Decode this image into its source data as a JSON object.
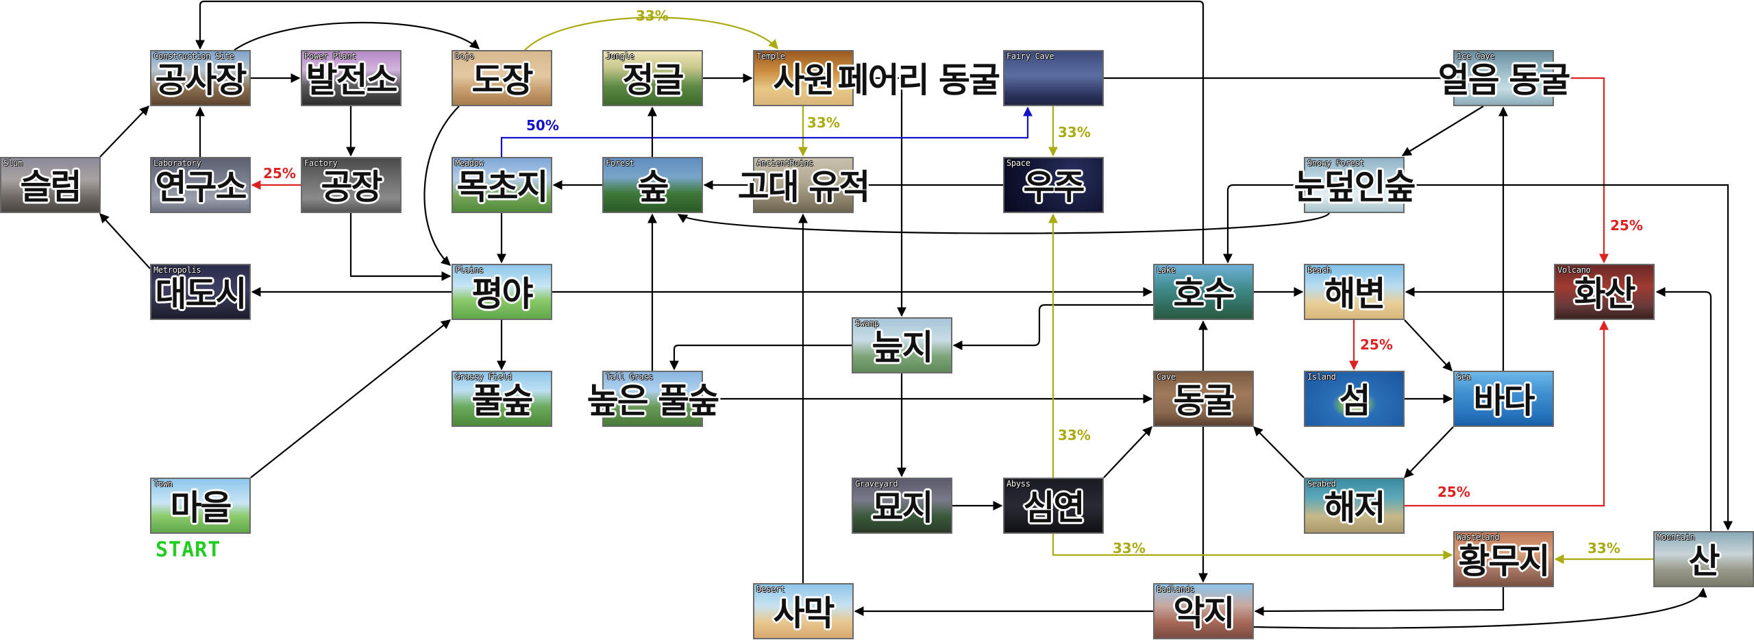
{
  "colors": {
    "black": "#000000",
    "olive": "#aaaa11",
    "blue": "#1111cc",
    "red": "#dd2222",
    "start": "#22cc22"
  },
  "start_label": "START",
  "nodes": {
    "slum": {
      "en": "Slum",
      "ko": "슬럼"
    },
    "construction": {
      "en": "Construction Site",
      "ko": "공사장"
    },
    "power": {
      "en": "Power Plant",
      "ko": "발전소"
    },
    "dojo": {
      "en": "Dojo",
      "ko": "도장"
    },
    "jungle": {
      "en": "Jungle",
      "ko": "정글"
    },
    "temple": {
      "en": "Temple",
      "ko": "사원"
    },
    "fairy": {
      "en": "Fairy Cave",
      "ko": "페어리 동굴"
    },
    "ice": {
      "en": "Ice Cave",
      "ko": "얼음 동굴"
    },
    "lab": {
      "en": "Laboratory",
      "ko": "연구소"
    },
    "factory": {
      "en": "Factory",
      "ko": "공장"
    },
    "meadow": {
      "en": "Meadow",
      "ko": "목초지"
    },
    "forest": {
      "en": "Forest",
      "ko": "숲"
    },
    "ruins": {
      "en": "AncientRuins",
      "ko": "고대 유적"
    },
    "space": {
      "en": "Space",
      "ko": "우주"
    },
    "snowy": {
      "en": "Snowy Forest",
      "ko": "눈덮인숲"
    },
    "metro": {
      "en": "Metropolis",
      "ko": "대도시"
    },
    "plains": {
      "en": "Plains",
      "ko": "평야"
    },
    "lake": {
      "en": "Lake",
      "ko": "호수"
    },
    "beach": {
      "en": "Beach",
      "ko": "해변"
    },
    "volcano": {
      "en": "Volcano",
      "ko": "화산"
    },
    "swamp": {
      "en": "Swamp",
      "ko": "늪지"
    },
    "grassy": {
      "en": "Grassy Field",
      "ko": "풀숲"
    },
    "tall": {
      "en": "Tall Grass",
      "ko": "높은 풀숲"
    },
    "cave": {
      "en": "Cave",
      "ko": "동굴"
    },
    "island": {
      "en": "Island",
      "ko": "섬"
    },
    "sea": {
      "en": "Sea",
      "ko": "바다"
    },
    "town": {
      "en": "Town",
      "ko": "마을"
    },
    "graveyard": {
      "en": "Graveyard",
      "ko": "묘지"
    },
    "abyss": {
      "en": "Abyss",
      "ko": "심연"
    },
    "seabed": {
      "en": "Seabed",
      "ko": "해저"
    },
    "wasteland": {
      "en": "Wasteland",
      "ko": "황무지"
    },
    "mountain": {
      "en": "Mountain",
      "ko": "산"
    },
    "desert": {
      "en": "Desert",
      "ko": "사막"
    },
    "badlands": {
      "en": "Badlands",
      "ko": "악지"
    }
  },
  "edges": [
    {
      "from": "slum",
      "to": "construction",
      "color": "black"
    },
    {
      "from": "metro",
      "to": "slum",
      "color": "black"
    },
    {
      "from": "lab",
      "to": "construction",
      "color": "black"
    },
    {
      "from": "construction",
      "to": "power",
      "color": "black"
    },
    {
      "from": "construction",
      "to": "dojo",
      "color": "black"
    },
    {
      "from": "lake",
      "to": "construction",
      "color": "black"
    },
    {
      "from": "power",
      "to": "factory",
      "color": "black"
    },
    {
      "from": "factory",
      "to": "lab",
      "color": "red",
      "label": "25%"
    },
    {
      "from": "factory",
      "to": "plains",
      "color": "black"
    },
    {
      "from": "dojo",
      "to": "plains",
      "color": "black"
    },
    {
      "from": "dojo",
      "to": "temple",
      "color": "olive",
      "label": "33%"
    },
    {
      "from": "jungle",
      "to": "temple",
      "color": "black"
    },
    {
      "from": "temple",
      "to": "ruins",
      "color": "olive",
      "label": "33%"
    },
    {
      "from": "temple",
      "to": "swamp",
      "color": "black"
    },
    {
      "from": "meadow",
      "to": "fairy",
      "color": "blue",
      "label": "50%"
    },
    {
      "from": "meadow",
      "to": "plains",
      "color": "black"
    },
    {
      "from": "forest",
      "to": "meadow",
      "color": "black"
    },
    {
      "from": "forest",
      "to": "jungle",
      "color": "black"
    },
    {
      "from": "ruins",
      "to": "forest",
      "color": "black"
    },
    {
      "from": "space",
      "to": "ruins",
      "color": "black"
    },
    {
      "from": "fairy",
      "to": "space",
      "color": "olive",
      "label": "33%"
    },
    {
      "from": "fairy",
      "to": "ice",
      "color": "black"
    },
    {
      "from": "ice",
      "to": "snowy",
      "color": "black"
    },
    {
      "from": "ice",
      "to": "volcano",
      "color": "red",
      "label": "25%"
    },
    {
      "from": "snowy",
      "to": "forest",
      "color": "black"
    },
    {
      "from": "snowy",
      "to": "lake",
      "color": "black"
    },
    {
      "from": "snowy",
      "to": "mountain",
      "color": "black"
    },
    {
      "from": "plains",
      "to": "metro",
      "color": "black"
    },
    {
      "from": "plains",
      "to": "lake",
      "color": "black"
    },
    {
      "from": "plains",
      "to": "grassy",
      "color": "black"
    },
    {
      "from": "town",
      "to": "plains",
      "color": "black"
    },
    {
      "from": "tall",
      "to": "forest",
      "color": "black"
    },
    {
      "from": "tall",
      "to": "cave",
      "color": "black"
    },
    {
      "from": "swamp",
      "to": "tall",
      "color": "black"
    },
    {
      "from": "swamp",
      "to": "graveyard",
      "color": "black"
    },
    {
      "from": "lake",
      "to": "swamp",
      "color": "black"
    },
    {
      "from": "lake",
      "to": "beach",
      "color": "black"
    },
    {
      "from": "volcano",
      "to": "beach",
      "color": "black"
    },
    {
      "from": "beach",
      "to": "island",
      "color": "red",
      "label": "25%"
    },
    {
      "from": "beach",
      "to": "sea",
      "color": "black"
    },
    {
      "from": "island",
      "to": "sea",
      "color": "black"
    },
    {
      "from": "sea",
      "to": "ice",
      "color": "black"
    },
    {
      "from": "sea",
      "to": "seabed",
      "color": "black"
    },
    {
      "from": "seabed",
      "to": "cave",
      "color": "black"
    },
    {
      "from": "seabed",
      "to": "volcano",
      "color": "red",
      "label": "25%"
    },
    {
      "from": "cave",
      "to": "lake",
      "color": "black"
    },
    {
      "from": "cave",
      "to": "badlands",
      "color": "black"
    },
    {
      "from": "graveyard",
      "to": "abyss",
      "color": "black"
    },
    {
      "from": "abyss",
      "to": "cave",
      "color": "black"
    },
    {
      "from": "abyss",
      "to": "space",
      "color": "olive",
      "label": "33%"
    },
    {
      "from": "abyss",
      "to": "wasteland",
      "color": "olive",
      "label": "33%"
    },
    {
      "from": "mountain",
      "to": "wasteland",
      "color": "olive",
      "label": "33%"
    },
    {
      "from": "mountain",
      "to": "volcano",
      "color": "black"
    },
    {
      "from": "wasteland",
      "to": "badlands",
      "color": "black"
    },
    {
      "from": "badlands",
      "to": "desert",
      "color": "black"
    },
    {
      "from": "badlands",
      "to": "mountain",
      "color": "black"
    },
    {
      "from": "desert",
      "to": "ruins",
      "color": "black"
    }
  ]
}
